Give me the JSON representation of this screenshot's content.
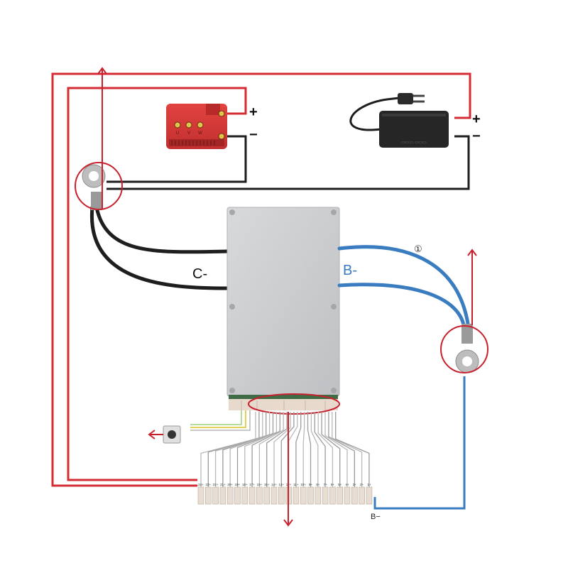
{
  "labels": {
    "controller_plus": "+",
    "controller_minus": "−",
    "charger_plus": "+",
    "charger_minus": "−",
    "c_minus": "C-",
    "b_minus": "B-",
    "circle_one": "①",
    "b_minus_small": "B−"
  },
  "controller": {
    "terminals": [
      "U",
      "V",
      "W"
    ]
  },
  "balance": {
    "count": 24,
    "left_pins": [
      "24+",
      "23+",
      "22+",
      "21+",
      "20+",
      "19+",
      "18+",
      "17+",
      "16+",
      "15+",
      "14+",
      "13+"
    ],
    "right_pins": [
      "12+",
      "11+",
      "10+",
      "9+",
      "8+",
      "7+",
      "6+",
      "5+",
      "4+",
      "3+",
      "2+",
      "1+"
    ]
  },
  "colors": {
    "red_wire": "#d52b35",
    "black_wire": "#1e1e1e",
    "blue_wire": "#3a7cc0",
    "highlight": "#c8202c",
    "board": "#cfd0d2",
    "controller": "#d93a3a",
    "charger": "#262626"
  }
}
